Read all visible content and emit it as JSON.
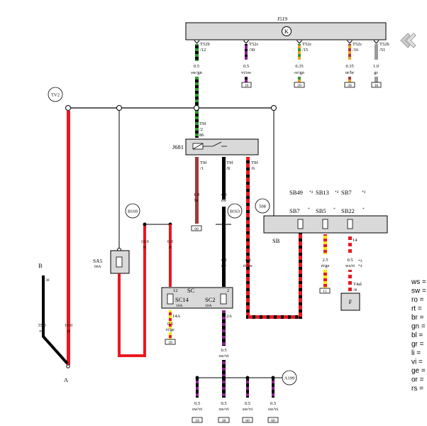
{
  "components": {
    "J519": "J519",
    "J681": "J681",
    "TV2": "TV2",
    "B169": "B169",
    "B163": "B163",
    "A199": "A199",
    "n508": "508",
    "SB": "SB",
    "SC": "SC",
    "SA5": "SA5",
    "SA5_rating": "80A",
    "SC14": "SC14",
    "SC14_rating": "10A",
    "SC2": "SC2",
    "SC2_rating": "10A",
    "SB7": "SB7",
    "SB5": "SB5",
    "SB22": "SB22",
    "F": "F",
    "B": "B",
    "B_pin": "30",
    "A": "A",
    "K_symbol": "K"
  },
  "sb_header": {
    "l1": "SB49",
    "n1": "*2",
    "l2": "SB13",
    "n2": "*2",
    "l3": "SB7",
    "n3": "*2"
  },
  "stars": {
    "s1": "*",
    "s2": "*",
    "s3": "*"
  },
  "notes": {
    "n3": "*3",
    "n4": "*4"
  },
  "pins": {
    "p1": "T52b",
    "p1b": "/12",
    "p2": "T52c",
    "p2b": "/30",
    "p3": "T52c",
    "p3b": "/15",
    "p4": "T52c",
    "p4b": "/16",
    "p5": "T52b",
    "p5b": "/51",
    "t9f_top": "T9f",
    "t9f_top_b": "/2",
    "t9f_top_c": "86",
    "t9f_1": "T9f",
    "t9f_1b": "/1",
    "t9f_8": "T9f",
    "t9f_8b": "/8",
    "t9f_6": "T9f",
    "t9f_6b": "/6",
    "sc_12": "12",
    "sc_14a": "14A",
    "sc_2": "2",
    "sc_2a": "2A",
    "sb_14": "14",
    "t4al": "T4al",
    "t4al_b": "/4"
  },
  "wires": {
    "w1": {
      "size": "0.5",
      "color": "sw/gn"
    },
    "w2": {
      "size": "0.5",
      "color": "vi/sw",
      "ref": "19"
    },
    "w3": {
      "size": "0.35",
      "color": "or/gn",
      "ref": "29"
    },
    "w4": {
      "size": "0.35",
      "color": "or/br",
      "ref": "28"
    },
    "w5": {
      "size": "1.0",
      "color": "gr",
      "ref": "36"
    },
    "w_br": {
      "size": "1.0",
      "color": "br",
      "ref": "69"
    },
    "w_sw": {
      "size": "4.0",
      "color": "sw"
    },
    "w_sw2": {
      "size": "4.0",
      "color": "sw"
    },
    "w_rtsw": {
      "size": "4.0",
      "color": "rt/sw"
    },
    "w_10": {
      "size": "10.0",
      "color": "rt"
    },
    "w_6": {
      "size": "6.0",
      "color": "rt"
    },
    "w_16": {
      "size": "16.0",
      "color": "rt"
    },
    "w_35": {
      "size": "35.0",
      "color": "sw"
    },
    "w_rtge_sc": {
      "size": "0.5",
      "color": "rt/ge",
      "ref": "39"
    },
    "w_rtge_sb": {
      "size": "2.5",
      "color": "rt/ge",
      "ref": "15"
    },
    "w_wsrt": {
      "size": "0.5",
      "color": "ws/rt"
    },
    "w_swvi": {
      "size": "0.5",
      "color": "sw/vi"
    },
    "b1": {
      "size": "0.5",
      "color": "sw/vi",
      "ref": "18"
    },
    "b2": {
      "size": "0.5",
      "color": "sw/vi",
      "ref": "38"
    },
    "b3": {
      "size": "0.5",
      "color": "sw/vi",
      "ref": "60"
    },
    "b4": {
      "size": "0.5",
      "color": "sw/vi",
      "ref": "66"
    }
  },
  "legend": [
    "ws =",
    "sw =",
    "ro =",
    "rt =",
    "br =",
    "gn =",
    "bl =",
    "gr =",
    "li =",
    "vi =",
    "ge =",
    "or =",
    "rs ="
  ],
  "colors": {
    "red": "#e8191f",
    "black": "#000000",
    "green": "#2f9a2f",
    "violet": "#8b1f8f",
    "yellow": "#ffe300",
    "orange": "#f5a01e",
    "brown": "#9e3b3b",
    "grey": "#9a9a9a",
    "box": "#d9d9d9"
  },
  "nav_icon": "chevron-left-icon"
}
